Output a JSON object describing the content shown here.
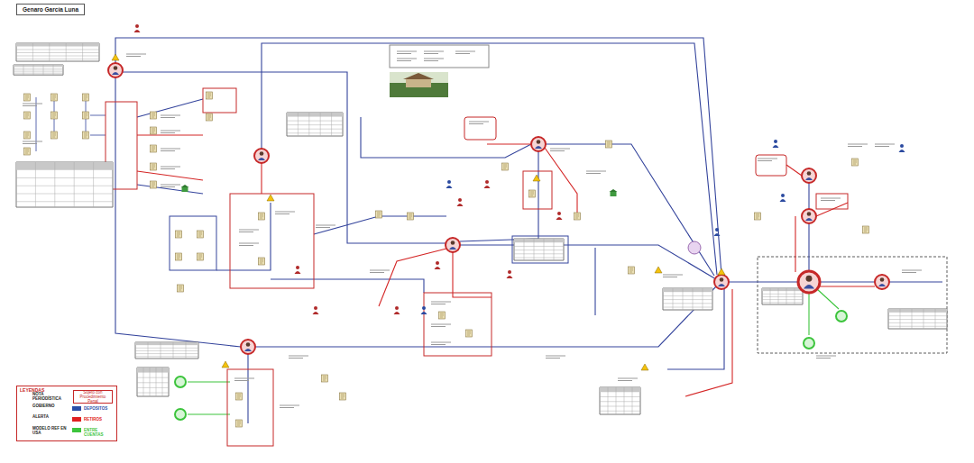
{
  "diagram": {
    "title": "Genaro García Luna",
    "nodes": [
      {
        "text": [
          "LEYENDAS"
        ]
      },
      {
        "text": [
          "Sujeto con Procedimiento Penal"
        ],
        "in": 0
      }
    ],
    "legend": [
      {
        "text": "NOTA PERIODÍSTICA"
      },
      {
        "text": "GOBIERNO"
      },
      {
        "text": "ALERTA"
      },
      {
        "text": "MODELO REF EN USA"
      },
      {
        "text": "DEPOSITOS",
        "color": "#2b4fa8"
      },
      {
        "text": "RETIROS",
        "color": "#e02020"
      },
      {
        "text": "ENTRE CUENTAS",
        "color": "#3cc43c"
      }
    ]
  }
}
